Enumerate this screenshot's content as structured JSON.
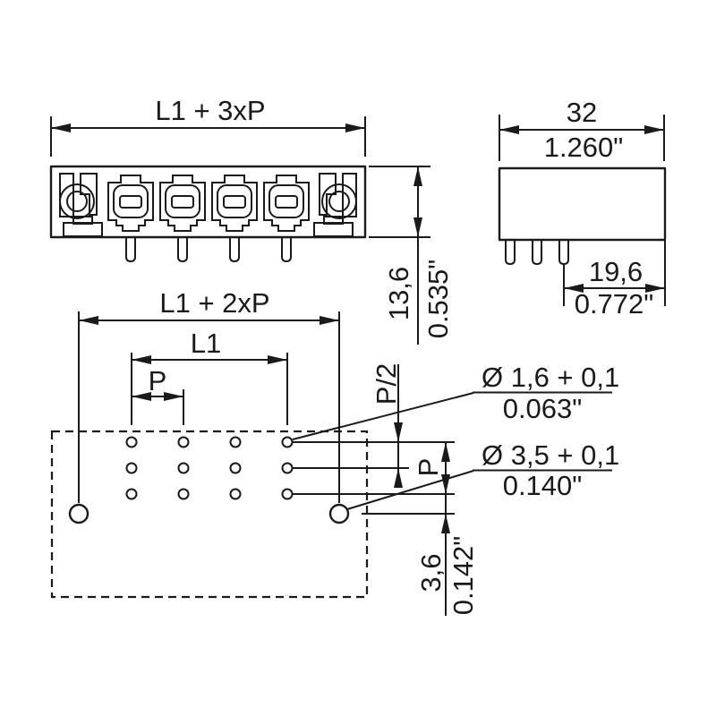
{
  "drawing": {
    "front_view": {
      "dim_total_width": "L1 + 3xP",
      "dim_height_mm": "13,6",
      "dim_height_in": "0.535\""
    },
    "side_view": {
      "dim_depth_mm": "32",
      "dim_depth_in": "1.260\"",
      "dim_pin_offset_mm": "19,6",
      "dim_pin_offset_in": "0.772\""
    },
    "drill_plan": {
      "dim_hole_span": "L1 + 2xP",
      "dim_inner_span": "L1",
      "dim_pitch": "P",
      "dim_half_pitch": "P/2",
      "dim_row_pitch": "P",
      "dim_offset_mm": "3,6",
      "dim_offset_in": "0.142\"",
      "small_hole_dia_mm": "Ø 1,6 + 0,1",
      "small_hole_dia_in": "0.063\"",
      "large_hole_dia_mm": "Ø 3,5 + 0,1",
      "large_hole_dia_in": "0.140\""
    },
    "colors": {
      "ink": "#1a1a1a",
      "background": "#ffffff"
    }
  }
}
